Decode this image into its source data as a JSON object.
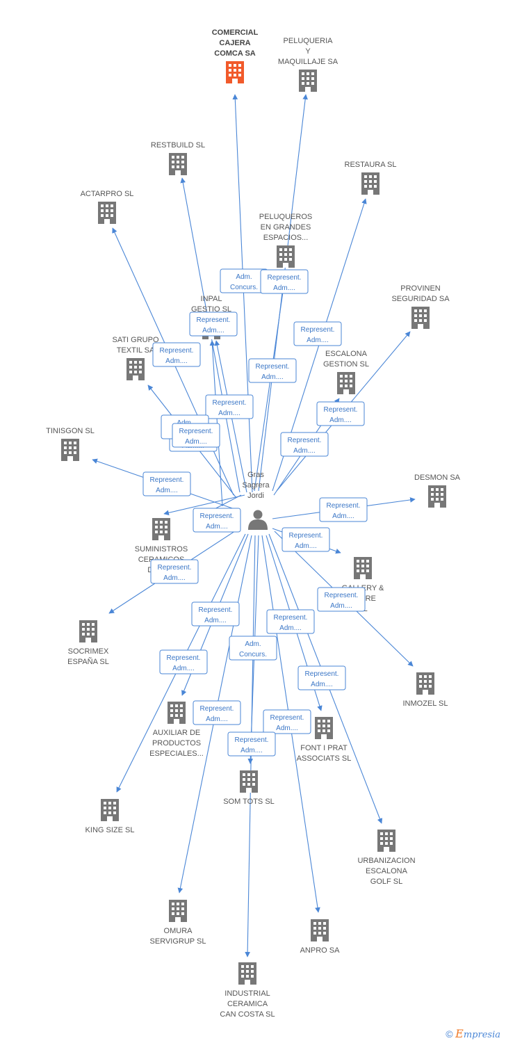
{
  "center": {
    "label_lines": [
      "Gras",
      "Sagrera",
      "Jordi"
    ],
    "icon": "person-icon"
  },
  "colors": {
    "edge": "#4a86d6",
    "building": "#777777",
    "highlight": "#f15a2b",
    "badge_text": "#3a76c6"
  },
  "nodes": [
    {
      "id": "comercial-cajera",
      "lines": [
        "COMERCIAL",
        "CAJERA",
        "COMCA SA"
      ],
      "highlight": true
    },
    {
      "id": "peluqueria-maquillaje",
      "lines": [
        "PELUQUERIA",
        "Y",
        "MAQUILLAJE SA"
      ]
    },
    {
      "id": "restbuild",
      "lines": [
        "RESTBUILD SL"
      ]
    },
    {
      "id": "restaura",
      "lines": [
        "RESTAURA SL"
      ]
    },
    {
      "id": "actarpro",
      "lines": [
        "ACTARPRO  SL"
      ]
    },
    {
      "id": "peluqueros-grandes",
      "lines": [
        "PELUQUEROS",
        "EN GRANDES",
        "ESPACIOS..."
      ]
    },
    {
      "id": "inpal-gestio",
      "lines": [
        "INPAL",
        "GESTIO SL"
      ]
    },
    {
      "id": "provinen-seguridad",
      "lines": [
        "PROVINEN",
        "SEGURIDAD SA"
      ]
    },
    {
      "id": "sati-grupo",
      "lines": [
        "SATI GRUPO",
        "TEXTIL SA"
      ]
    },
    {
      "id": "escalona-gestion",
      "lines": [
        "ESCALONA",
        "GESTION SL"
      ]
    },
    {
      "id": "tinisgon",
      "lines": [
        "TINISGON SL"
      ]
    },
    {
      "id": "desmon",
      "lines": [
        "DESMON SA"
      ]
    },
    {
      "id": "suministros-ceramicos",
      "lines": [
        "SUMINISTROS",
        "CERAMICOS",
        "DEL V..."
      ]
    },
    {
      "id": "gallery-store",
      "lines": [
        "GALLERY &",
        "STORE",
        "SL"
      ]
    },
    {
      "id": "socrimex",
      "lines": [
        "SOCRIMEX",
        "ESPAÑA SL"
      ]
    },
    {
      "id": "inmozel",
      "lines": [
        "INMOZEL SL"
      ]
    },
    {
      "id": "auxiliar-productos",
      "lines": [
        "AUXILIAR DE",
        "PRODUCTOS",
        "ESPECIALES..."
      ]
    },
    {
      "id": "font-i-prat",
      "lines": [
        "FONT I PRAT",
        "ASSOCIATS SL"
      ]
    },
    {
      "id": "som-tots",
      "lines": [
        "SOM TOTS SL"
      ]
    },
    {
      "id": "king-size",
      "lines": [
        "KING SIZE SL"
      ]
    },
    {
      "id": "urbanizacion-escalona",
      "lines": [
        "URBANIZACION",
        "ESCALONA",
        "GOLF SL"
      ]
    },
    {
      "id": "omura-servigrup",
      "lines": [
        "OMURA",
        "SERVIGRUP SL"
      ]
    },
    {
      "id": "anpro",
      "lines": [
        "ANPRO SA"
      ]
    },
    {
      "id": "industrial-ceramica",
      "lines": [
        "INDUSTRIAL",
        "CERAMICA",
        "CAN COSTA SL"
      ]
    }
  ],
  "edges": [
    {
      "to": "comercial-cajera",
      "badge": [
        "Adm.",
        "Concurs."
      ]
    },
    {
      "to": "peluqueria-maquillaje",
      "badge": [
        "Represent.",
        "Adm...."
      ]
    },
    {
      "to": "restbuild",
      "badge": [
        "Represent.",
        "Adm...."
      ]
    },
    {
      "to": "restaura",
      "badge": [
        "Represent.",
        "Adm...."
      ]
    },
    {
      "to": "actarpro",
      "badge": [
        "Represent.",
        "Adm...."
      ]
    },
    {
      "to": "peluqueros-grandes",
      "badge": [
        "Represent.",
        "Adm...."
      ]
    },
    {
      "to": "inpal-gestio",
      "badge": [
        "Represent.",
        "Adm...."
      ]
    },
    {
      "to": "provinen-seguridad",
      "badge": [
        "Represent.",
        "Adm...."
      ]
    },
    {
      "to": "sati-grupo",
      "badge": [
        "Represent.",
        "Adm...."
      ]
    },
    {
      "to": "escalona-gestion",
      "badge": [
        "Represent.",
        "Adm...."
      ]
    },
    {
      "to": "tinisgon",
      "badge": [
        "Represent.",
        "Adm...."
      ]
    },
    {
      "to": "desmon",
      "badge": [
        "Represent.",
        "Adm...."
      ]
    },
    {
      "to": "suministros-ceramicos",
      "badge": [
        "Adm.",
        "Unico"
      ]
    },
    {
      "to": "suministros-ceramicos",
      "badge": [
        "Represent.",
        "Adm...."
      ]
    },
    {
      "to": "gallery-store",
      "badge": [
        "Represent.",
        "Adm...."
      ]
    },
    {
      "to": "socrimex",
      "badge": [
        "Represent.",
        "Adm...."
      ]
    },
    {
      "to": "inmozel",
      "badge": [
        "Represent.",
        "Adm...."
      ]
    },
    {
      "to": "auxiliar-productos",
      "badge": [
        "Represent.",
        "Adm...."
      ]
    },
    {
      "to": "font-i-prat",
      "badge": [
        "Adm.",
        "Concurs."
      ]
    },
    {
      "to": "som-tots",
      "badge": [
        "Represent.",
        "Adm...."
      ]
    },
    {
      "to": "king-size",
      "badge": [
        "Represent.",
        "Adm...."
      ]
    },
    {
      "to": "urbanizacion-escalona",
      "badge": [
        "Represent.",
        "Adm...."
      ]
    },
    {
      "to": "omura-servigrup",
      "badge": [
        "Represent.",
        "Adm...."
      ]
    },
    {
      "to": "anpro",
      "badge": [
        "Represent.",
        "Adm...."
      ]
    },
    {
      "to": "industrial-ceramica",
      "badge": [
        "Represent.",
        "Adm...."
      ]
    },
    {
      "to": "inpal-gestio",
      "badge": [
        "Represent.",
        "Adm...."
      ]
    }
  ],
  "footer": {
    "copyright": "©",
    "brand_initial": "E",
    "brand_rest": "mpresia"
  }
}
